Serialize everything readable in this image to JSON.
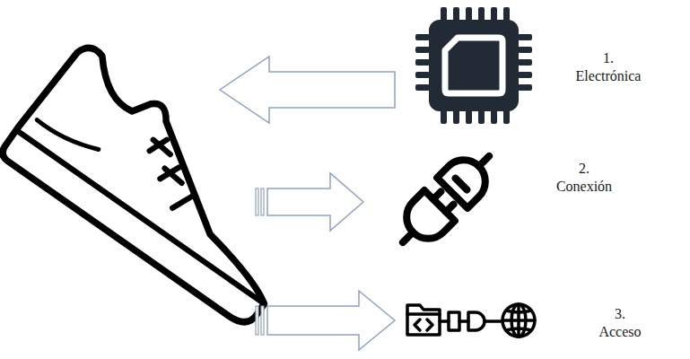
{
  "diagram": {
    "labels": [
      "1. Electrónica",
      "2. Conexión",
      "3. Acceso"
    ]
  }
}
